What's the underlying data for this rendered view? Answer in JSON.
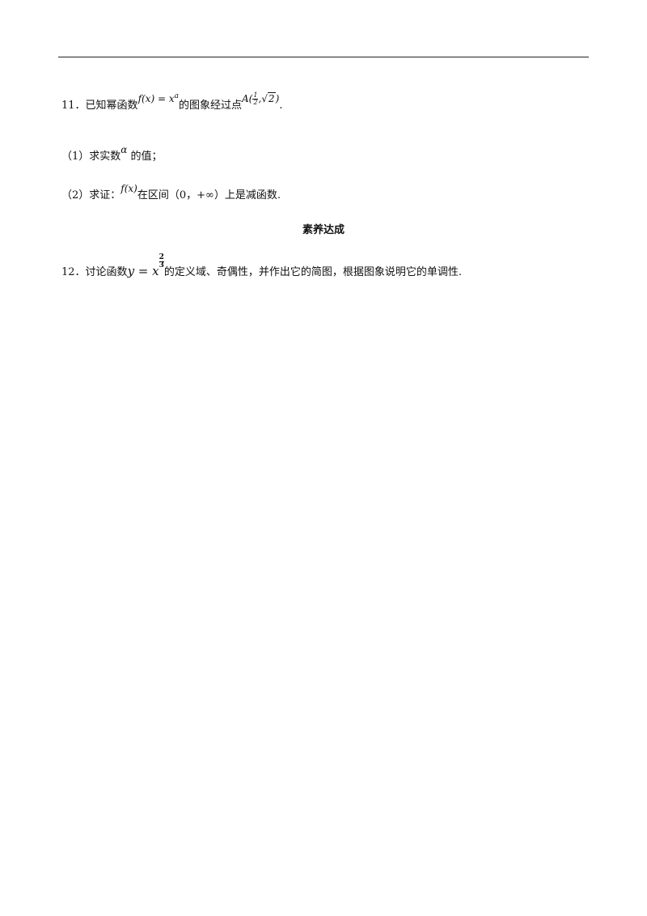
{
  "q11": {
    "number": "11．",
    "text_before": "已知幂函数",
    "func_lhs": "f(x) = x",
    "func_exp": "a",
    "text_mid": "的图象经过点",
    "point_label": "A",
    "point_frac_num": "1",
    "point_frac_den": "2",
    "point_sep": ",",
    "point_rad": "2",
    "end": "."
  },
  "part1": {
    "label": "（1）求实数",
    "symbol": "α",
    "text": " 的值；"
  },
  "part2": {
    "label": "（2）求证：",
    "func": "f(x)",
    "text": "在区间（0，+∞）上是减函数."
  },
  "section_heading": "素养达成",
  "q12": {
    "number": "12．",
    "text_before": "讨论函数",
    "func_lhs": "y = x",
    "exp_num": "2",
    "exp_den": "3",
    "text_after": "的定义域、奇偶性，并作出它的简图，根据图象说明它的单调性."
  }
}
